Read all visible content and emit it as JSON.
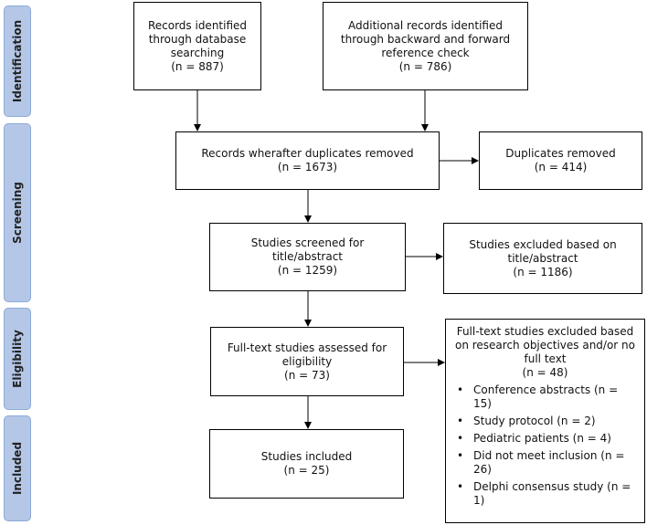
{
  "phases": {
    "identification": "Identification",
    "screening": "Screening",
    "eligibility": "Eligibility",
    "included": "Included"
  },
  "boxes": {
    "database": {
      "label": "Records identified through database searching",
      "count": "(n = 887)"
    },
    "additional": {
      "label": "Additional records identified through backward and forward reference check",
      "count": "(n = 786)"
    },
    "after_duplicates": {
      "label": "Records wherafter duplicates removed",
      "count": "(n = 1673)"
    },
    "duplicates": {
      "label": "Duplicates removed",
      "count": "(n = 414)"
    },
    "screened": {
      "label": "Studies screened for title/abstract",
      "count": "(n = 1259)"
    },
    "excluded_title": {
      "label": "Studies excluded based on title/abstract",
      "count": "(n = 1186)"
    },
    "fulltext": {
      "label": "Full-text studies assessed for eligibility",
      "count": "(n = 73)"
    },
    "included": {
      "label": "Studies included",
      "count": "(n = 25)"
    }
  },
  "fulltext_excluded": {
    "label": "Full-text studies excluded based on research objectives and/or no full text",
    "count": "(n = 48)",
    "reasons": [
      "Conference abstracts (n = 15)",
      "Study protocol (n = 2)",
      "Pediatric patients (n = 4)",
      "Did not meet inclusion (n = 26)",
      "Delphi consensus study (n = 1)"
    ]
  }
}
